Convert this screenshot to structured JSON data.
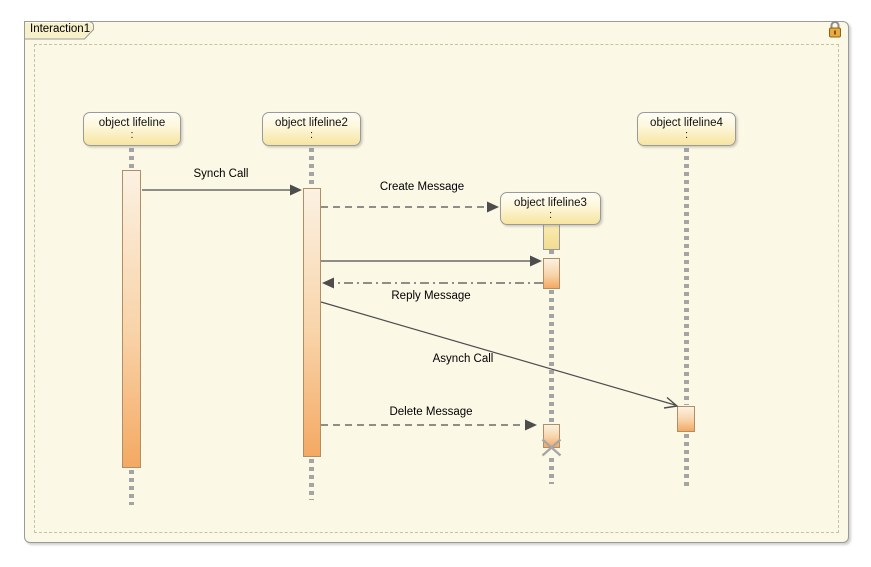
{
  "frame": {
    "title": "Interaction1",
    "lock_state": "locked"
  },
  "lifelines": [
    {
      "name": "object lifeline",
      "instance": ":"
    },
    {
      "name": "object lifeline2",
      "instance": ":"
    },
    {
      "name": "object lifeline3",
      "instance": ":"
    },
    {
      "name": "object lifeline4",
      "instance": ":"
    }
  ],
  "messages": [
    {
      "label": "Synch Call",
      "type": "synchronous",
      "line": "solid",
      "arrowhead": "filled",
      "from": "object lifeline",
      "to": "object lifeline2"
    },
    {
      "label": "Create Message",
      "type": "create",
      "line": "dashed",
      "arrowhead": "filled",
      "from": "object lifeline2",
      "to": "object lifeline3"
    },
    {
      "label": "",
      "type": "call",
      "line": "solid",
      "arrowhead": "filled",
      "from": "object lifeline2",
      "to": "object lifeline3"
    },
    {
      "label": "Reply Message",
      "type": "reply",
      "line": "dash-dot",
      "arrowhead": "filled",
      "from": "object lifeline3",
      "to": "object lifeline2"
    },
    {
      "label": "Asynch Call",
      "type": "asynchronous",
      "line": "solid",
      "arrowhead": "open",
      "from": "object lifeline2",
      "to": "object lifeline4"
    },
    {
      "label": "Delete Message",
      "type": "delete",
      "line": "dashed",
      "arrowhead": "filled",
      "from": "object lifeline2",
      "to": "object lifeline3"
    }
  ],
  "colors": {
    "canvas": "#fcf8e6",
    "header_top": "#fffef6",
    "header_bottom": "#f7e5a0",
    "activation_top": "#fbf1e2",
    "activation_bottom": "#f4a963",
    "message_line": "#4d4d4d",
    "lifeline_dash": "#a4a4a4",
    "lock_body": "#eba93f"
  }
}
